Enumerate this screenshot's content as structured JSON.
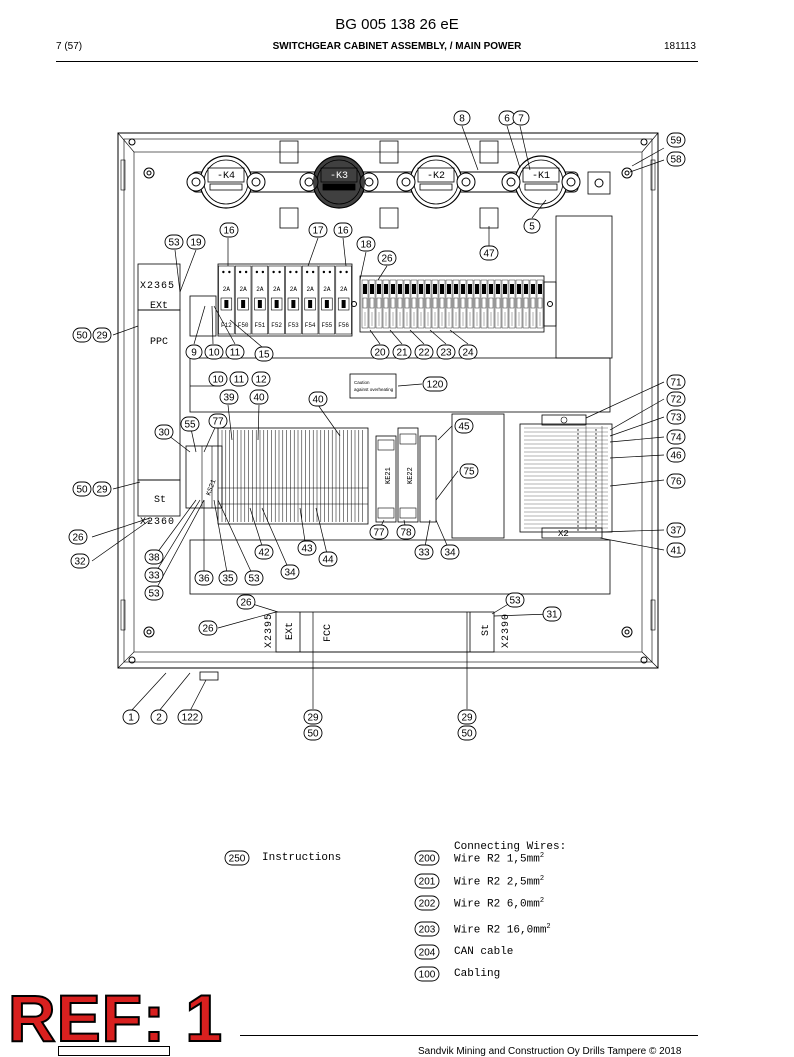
{
  "header": {
    "doc_id": "BG 005 138 26 eE",
    "page": "7 (57)",
    "title": "SWITCHGEAR CABINET ASSEMBLY, / MAIN POWER",
    "date": "181113"
  },
  "labels": {
    "x2365": "X2365",
    "ext_left": "EXt",
    "ppc": "PPC",
    "st_left": "St",
    "x2360": "X2360",
    "x2395": "X2395",
    "ext_bottom": "EXt",
    "fcc": "FCC",
    "st_bottom": "St",
    "x2390": "X2390",
    "x2": "X2",
    "ke21": "KE21",
    "ke22": "KE22",
    "caution_1": "Caution",
    "caution_2": "against overheating"
  },
  "contactors": [
    "-K4",
    "-K3",
    "-K2",
    "-K1"
  ],
  "breakers": {
    "ratings": [
      "2A",
      "2A",
      "2A",
      "2A",
      "2A",
      "2A",
      "2A",
      "2A"
    ],
    "names": [
      "F12",
      "F50",
      "F51",
      "F52",
      "F53",
      "F54",
      "F55",
      "F56"
    ]
  },
  "callouts": [
    "8",
    "6",
    "7",
    "59",
    "58",
    "5",
    "47",
    "16",
    "17",
    "16",
    "18",
    "26",
    "53",
    "19",
    "50",
    "29",
    "9",
    "10",
    "11",
    "15",
    "20",
    "21",
    "22",
    "23",
    "24",
    "10",
    "11",
    "12",
    "120",
    "39",
    "40",
    "40",
    "71",
    "72",
    "77",
    "55",
    "30",
    "73",
    "74",
    "45",
    "75",
    "46",
    "76",
    "50",
    "29",
    "53",
    "26",
    "31",
    "32",
    "77",
    "78",
    "37",
    "41",
    "42",
    "43",
    "44",
    "33",
    "34",
    "38",
    "33",
    "34",
    "36",
    "35",
    "53",
    "53",
    "26",
    "26",
    "1",
    "2",
    "122",
    "29",
    "50",
    "29",
    "50",
    "250",
    "200",
    "201",
    "202",
    "203",
    "204",
    "100"
  ],
  "legend": {
    "heading": "Connecting Wires:",
    "instructions_code": "250",
    "instructions": "Instructions",
    "items": [
      {
        "code": "200",
        "text": "Wire R2 1,5mm",
        "sup": "2"
      },
      {
        "code": "201",
        "text": "Wire R2 2,5mm",
        "sup": "2"
      },
      {
        "code": "202",
        "text": "Wire R2 6,0mm",
        "sup": "2"
      },
      {
        "code": "203",
        "text": "Wire R2 16,0mm",
        "sup": "2"
      },
      {
        "code": "204",
        "text": "CAN cable",
        "sup": ""
      },
      {
        "code": "100",
        "text": "Cabling",
        "sup": ""
      }
    ]
  },
  "stamp": "REF: 1",
  "footer": "Sandvik Mining and Construction Oy Drills Tampere © 2018"
}
